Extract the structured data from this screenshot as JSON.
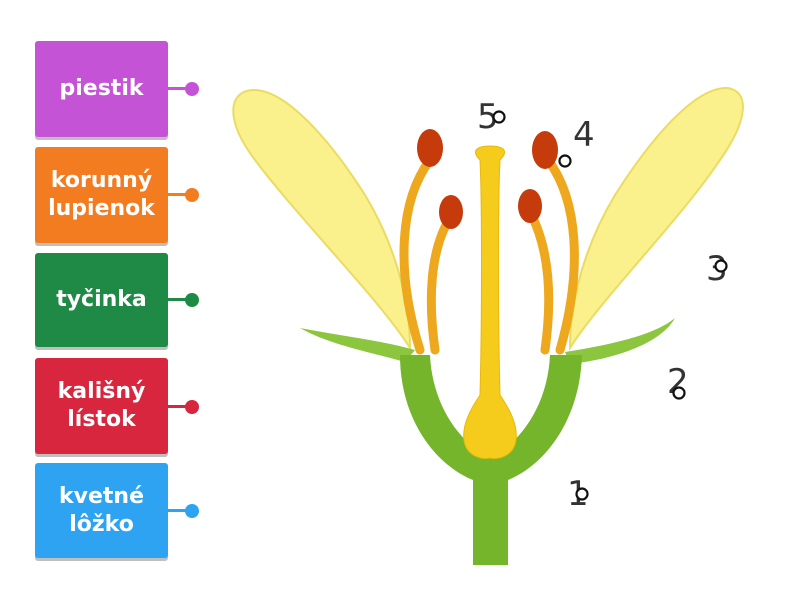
{
  "labels": [
    {
      "text": "piestik",
      "color": "#c553d6"
    },
    {
      "text": "korunný lupienok",
      "color": "#f47c20"
    },
    {
      "text": "tyčinka",
      "color": "#1f8a45"
    },
    {
      "text": "kališný lístok",
      "color": "#d7263d"
    },
    {
      "text": "kvetné lôžko",
      "color": "#2ea3f2"
    }
  ],
  "numbers": [
    "5",
    "4",
    "3",
    "2",
    "1"
  ],
  "colors": {
    "petal": "#faf08c",
    "petal_outline": "#eadc62",
    "stem": "#75b52c",
    "sepal": "#8cc63f",
    "stamen": "#eea81d",
    "anther": "#c63b0c",
    "pistil": "#f5cc1b"
  }
}
